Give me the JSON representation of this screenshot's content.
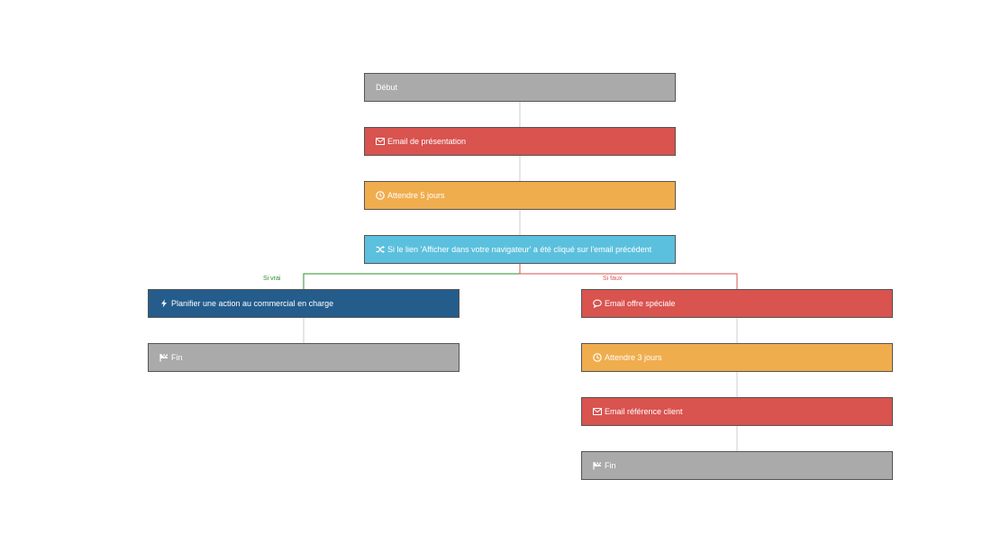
{
  "colors": {
    "gray": "#aaaaaa",
    "red": "#d9534f",
    "orange": "#f0ad4e",
    "cyan": "#5bc0de",
    "blue": "#245c8c",
    "line": "#cccccc",
    "true_branch": "#2e8b2e",
    "false_branch": "#d9534f"
  },
  "nodes": {
    "start": {
      "label": "Début",
      "icon": ""
    },
    "email_intro": {
      "label": "Email de présentation",
      "icon": "envelope-icon"
    },
    "wait_5": {
      "label": "Attendre 5 jours",
      "icon": "clock-icon"
    },
    "condition": {
      "label": "Si le lien 'Afficher dans votre navigateur' a été cliqué sur l'email précédent",
      "icon": "shuffle-icon"
    },
    "plan_action": {
      "label": "Planifier une action au commercial en charge",
      "icon": "bolt-icon"
    },
    "end_left": {
      "label": "Fin",
      "icon": "flag-icon"
    },
    "email_offer": {
      "label": "Email offre spéciale",
      "icon": "comment-icon"
    },
    "wait_3": {
      "label": "Attendre 3 jours",
      "icon": "clock-icon"
    },
    "email_ref": {
      "label": "Email référence client",
      "icon": "envelope-icon"
    },
    "end_right": {
      "label": "Fin",
      "icon": "flag-icon"
    }
  },
  "branches": {
    "true_label": "Si vrai",
    "false_label": "Si faux"
  }
}
